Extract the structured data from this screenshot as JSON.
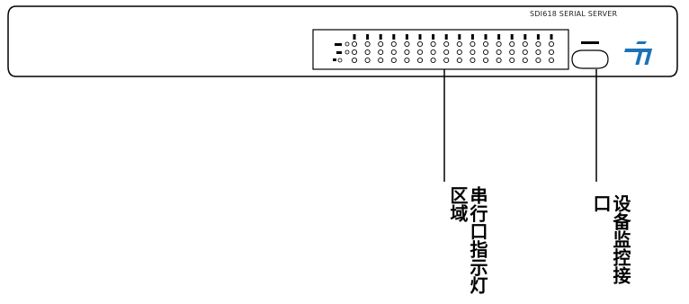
{
  "device": {
    "model_label": "SDI618 SERIAL SERVER",
    "logo": "tt-logo"
  },
  "callouts": {
    "serial_indicator": {
      "col1": "串行口指示灯区域",
      "col2": ""
    },
    "console_port": {
      "col1": "设备监控接口",
      "col2": ""
    }
  },
  "colors": {
    "line": "#000000",
    "background": "#ffffff",
    "logo": "#1a73b8"
  }
}
